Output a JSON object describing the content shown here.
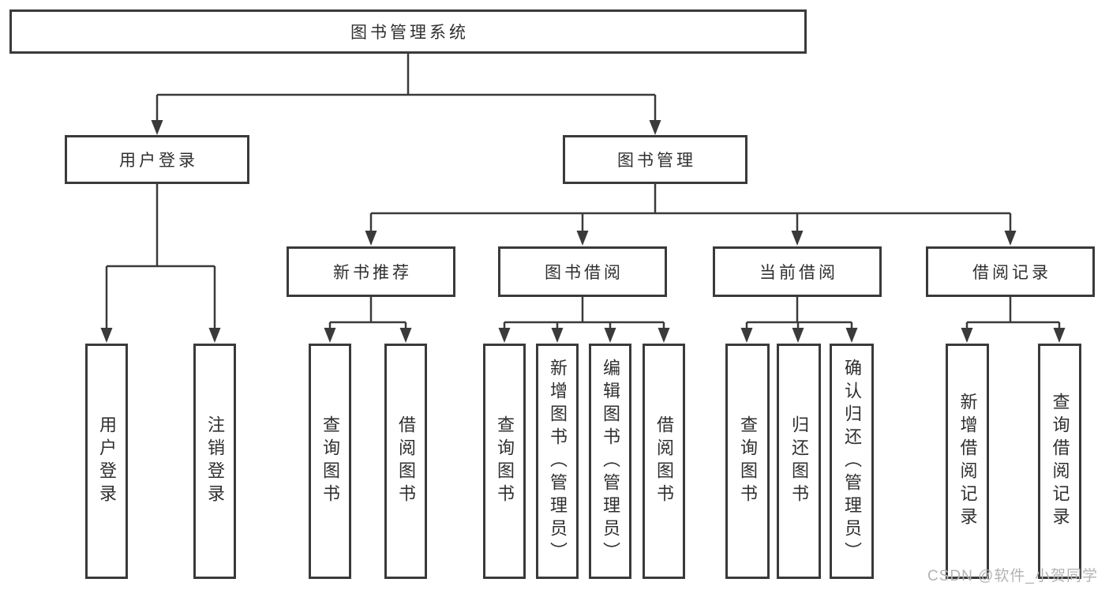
{
  "diagram_title": "图书管理系统",
  "tree": {
    "root": {
      "label": "图书管理系统",
      "children": [
        {
          "label": "用户登录",
          "children": [
            {
              "label": "用户登录"
            },
            {
              "label": "注销登录"
            }
          ]
        },
        {
          "label": "图书管理",
          "children": [
            {
              "label": "新书推荐",
              "children": [
                {
                  "label": "查询图书"
                },
                {
                  "label": "借阅图书"
                }
              ]
            },
            {
              "label": "图书借阅",
              "children": [
                {
                  "label": "查询图书"
                },
                {
                  "label": "新增图书（管理员）"
                },
                {
                  "label": "编辑图书（管理员）"
                },
                {
                  "label": "借阅图书"
                }
              ]
            },
            {
              "label": "当前借阅",
              "children": [
                {
                  "label": "查询图书"
                },
                {
                  "label": "归还图书"
                },
                {
                  "label": "确认归还（管理员）"
                }
              ]
            },
            {
              "label": "借阅记录",
              "children": [
                {
                  "label": "新增借阅记录"
                },
                {
                  "label": "查询借阅记录"
                }
              ]
            }
          ]
        }
      ]
    }
  },
  "watermark": "CSDN @软件_小贺同学",
  "colors": {
    "line": "#3a3a3a",
    "text": "#2f2f2f",
    "background": "#ffffff",
    "watermark": "#b3b3b8"
  }
}
